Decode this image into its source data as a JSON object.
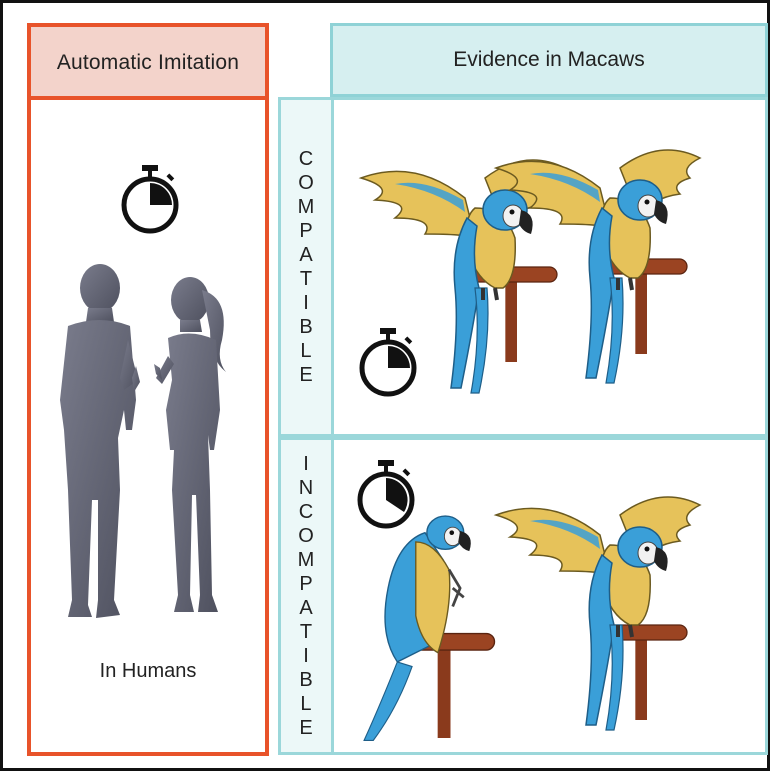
{
  "left_panel": {
    "title": "Automatic Imitation",
    "caption": "In Humans"
  },
  "right_panel": {
    "title": "Evidence in Macaws",
    "rows": [
      {
        "label": "COMPATIBLE"
      },
      {
        "label": "INCOMPATIBLE"
      }
    ]
  },
  "colors": {
    "orange_border": "#e8532a",
    "orange_fill": "#f3d3cb",
    "teal_border": "#8fd2d6",
    "teal_fill": "#d6eff0",
    "macaw_blue": "#3a9fd8",
    "macaw_yellow": "#e6c25a",
    "perch_brown": "#8a3a1c",
    "silhouette": "#5f6170"
  },
  "icons": [
    "stopwatch-icon",
    "human-silhouette-icon",
    "macaw-icon",
    "perch-icon"
  ]
}
